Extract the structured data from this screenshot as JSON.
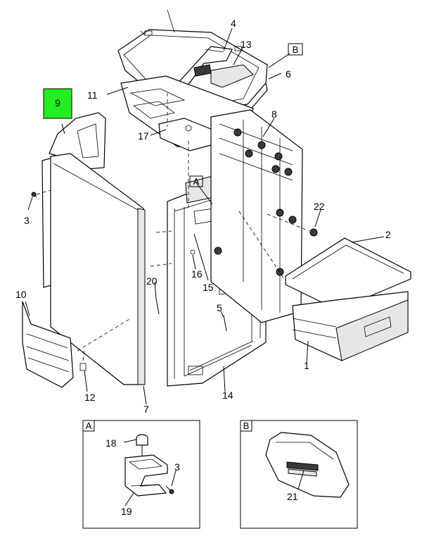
{
  "highlight_color": "#22ee22",
  "callouts": {
    "c1": "1",
    "c2": "2",
    "c3a": "3",
    "c3b": "3",
    "c4": "4",
    "c5": "5",
    "c6": "6",
    "c7": "7",
    "c8": "8",
    "c9": "9",
    "c10": "10",
    "c11": "11",
    "c12": "12",
    "c13": "13",
    "c14": "14",
    "c15": "15",
    "c16": "16",
    "c17": "17",
    "c18": "18",
    "c19": "19",
    "c20": "20",
    "c21": "21",
    "c22": "22"
  },
  "view_tags": {
    "a_main": "A",
    "b_main": "B",
    "a_detail": "A",
    "b_detail": "B"
  }
}
